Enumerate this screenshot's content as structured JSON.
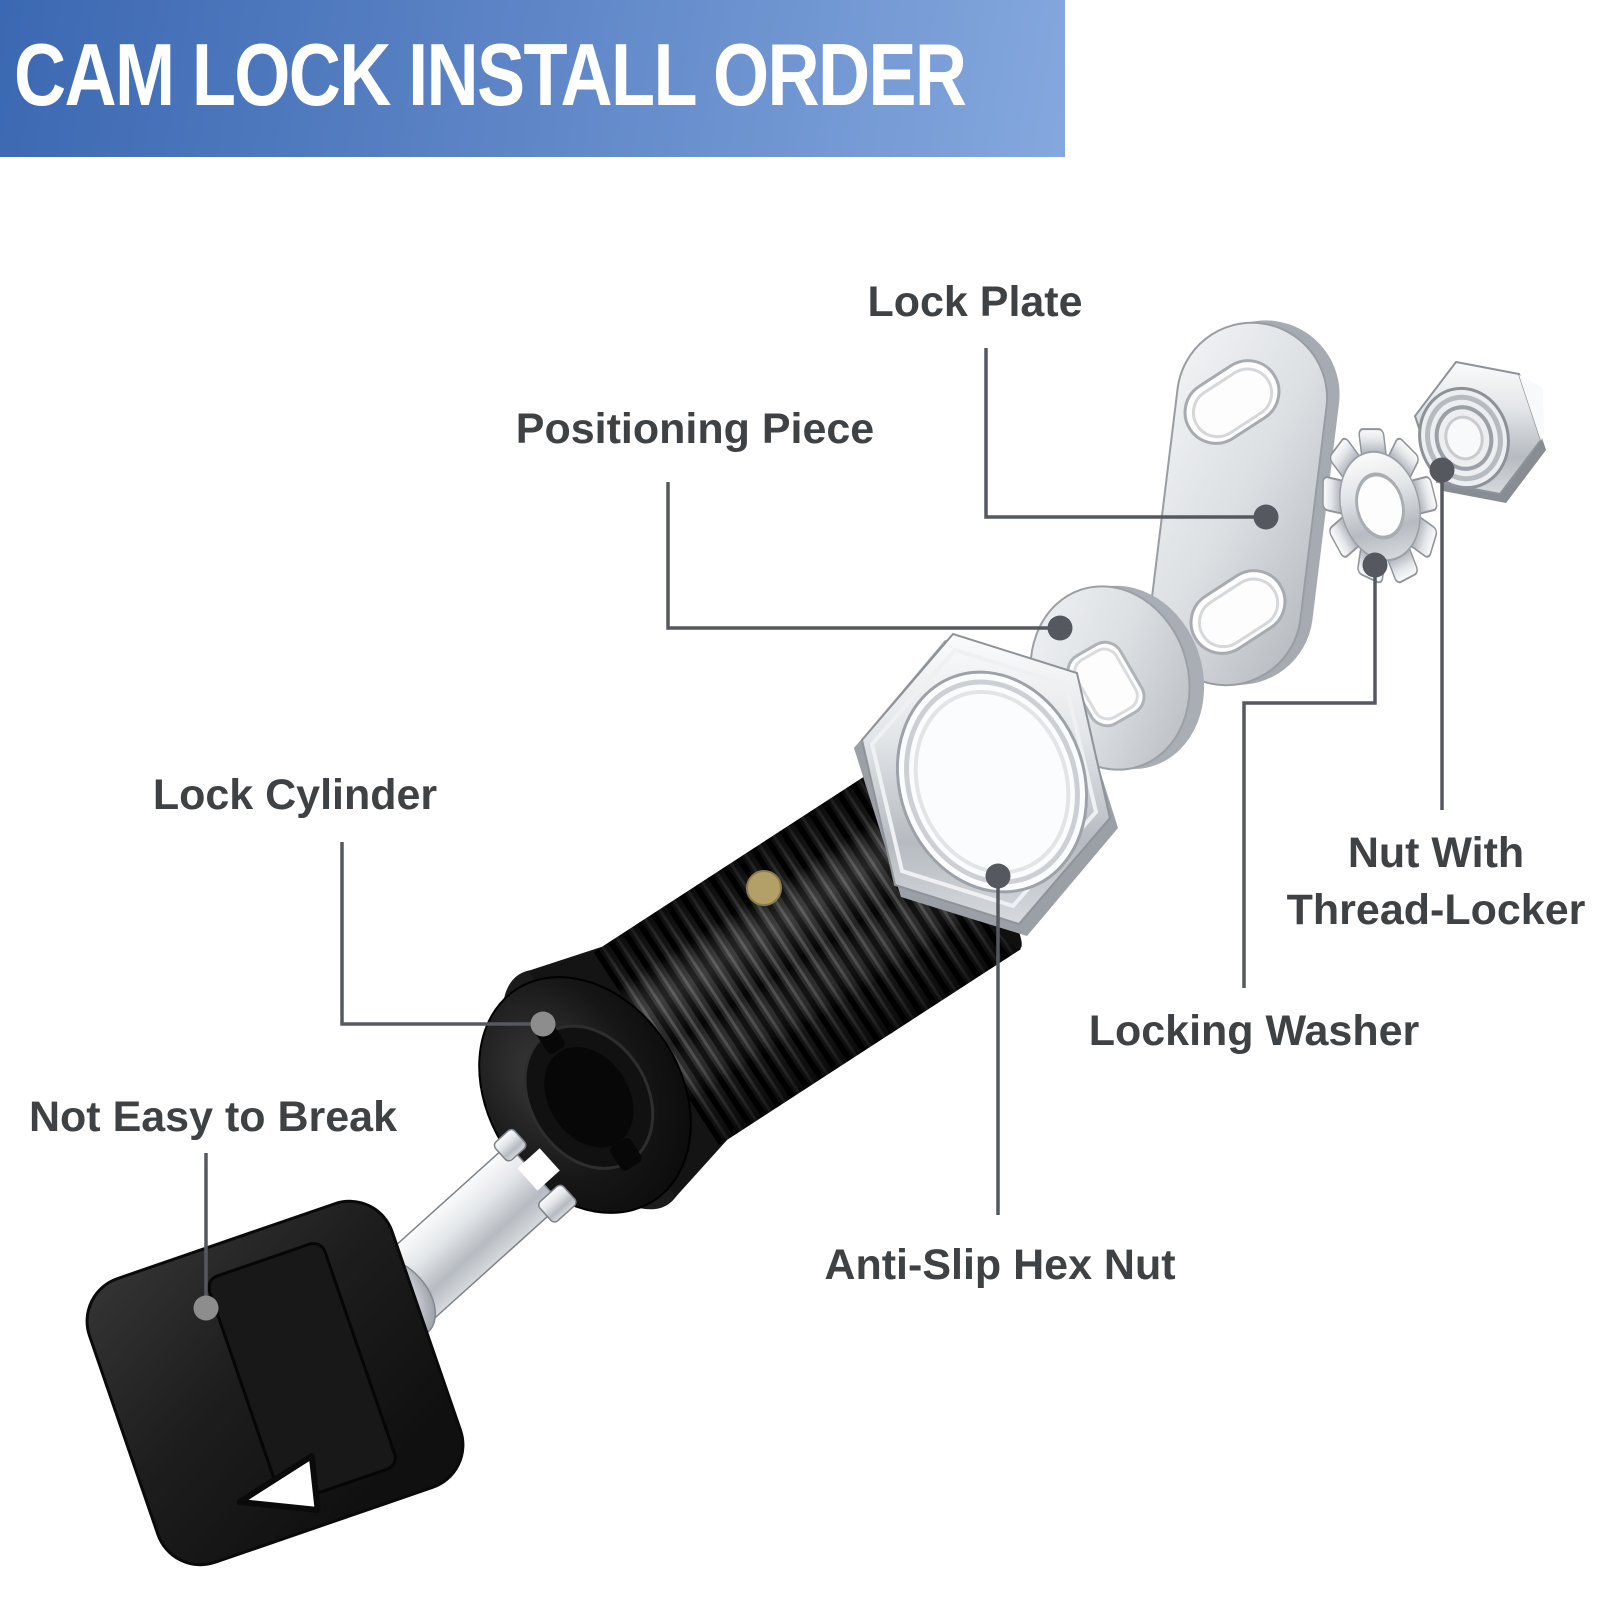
{
  "banner": {
    "title": "CAM LOCK INSTALL ORDER",
    "gradient_left": "#3b68b2",
    "gradient_right": "#84a8de",
    "text_color": "#ffffff"
  },
  "labels": {
    "lock_plate": "Lock Plate",
    "positioning_piece": "Positioning Piece",
    "lock_cylinder": "Lock Cylinder",
    "not_easy_to_break": "Not Easy to Break",
    "anti_slip_hex_nut": "Anti-Slip Hex Nut",
    "nut_with_line1": "Nut With",
    "nut_with_line2": "Thread-Locker",
    "locking_washer": "Locking Washer"
  },
  "style": {
    "label_color": "#3f4245",
    "leader_line_color": "#55585e",
    "brass_pin_color": "#b2a068",
    "black_part_color": "#161616",
    "silver_part_color": "#d9dcdf",
    "background": "#ffffff"
  },
  "diagram": {
    "type": "exploded-view",
    "subject": "cam lock assembly install order",
    "install_order": [
      "Lock Cylinder",
      "Anti-Slip Hex Nut",
      "Positioning Piece",
      "Lock Plate",
      "Locking Washer",
      "Nut With Thread-Locker"
    ],
    "extra_callouts": [
      "Not Easy to Break"
    ]
  }
}
